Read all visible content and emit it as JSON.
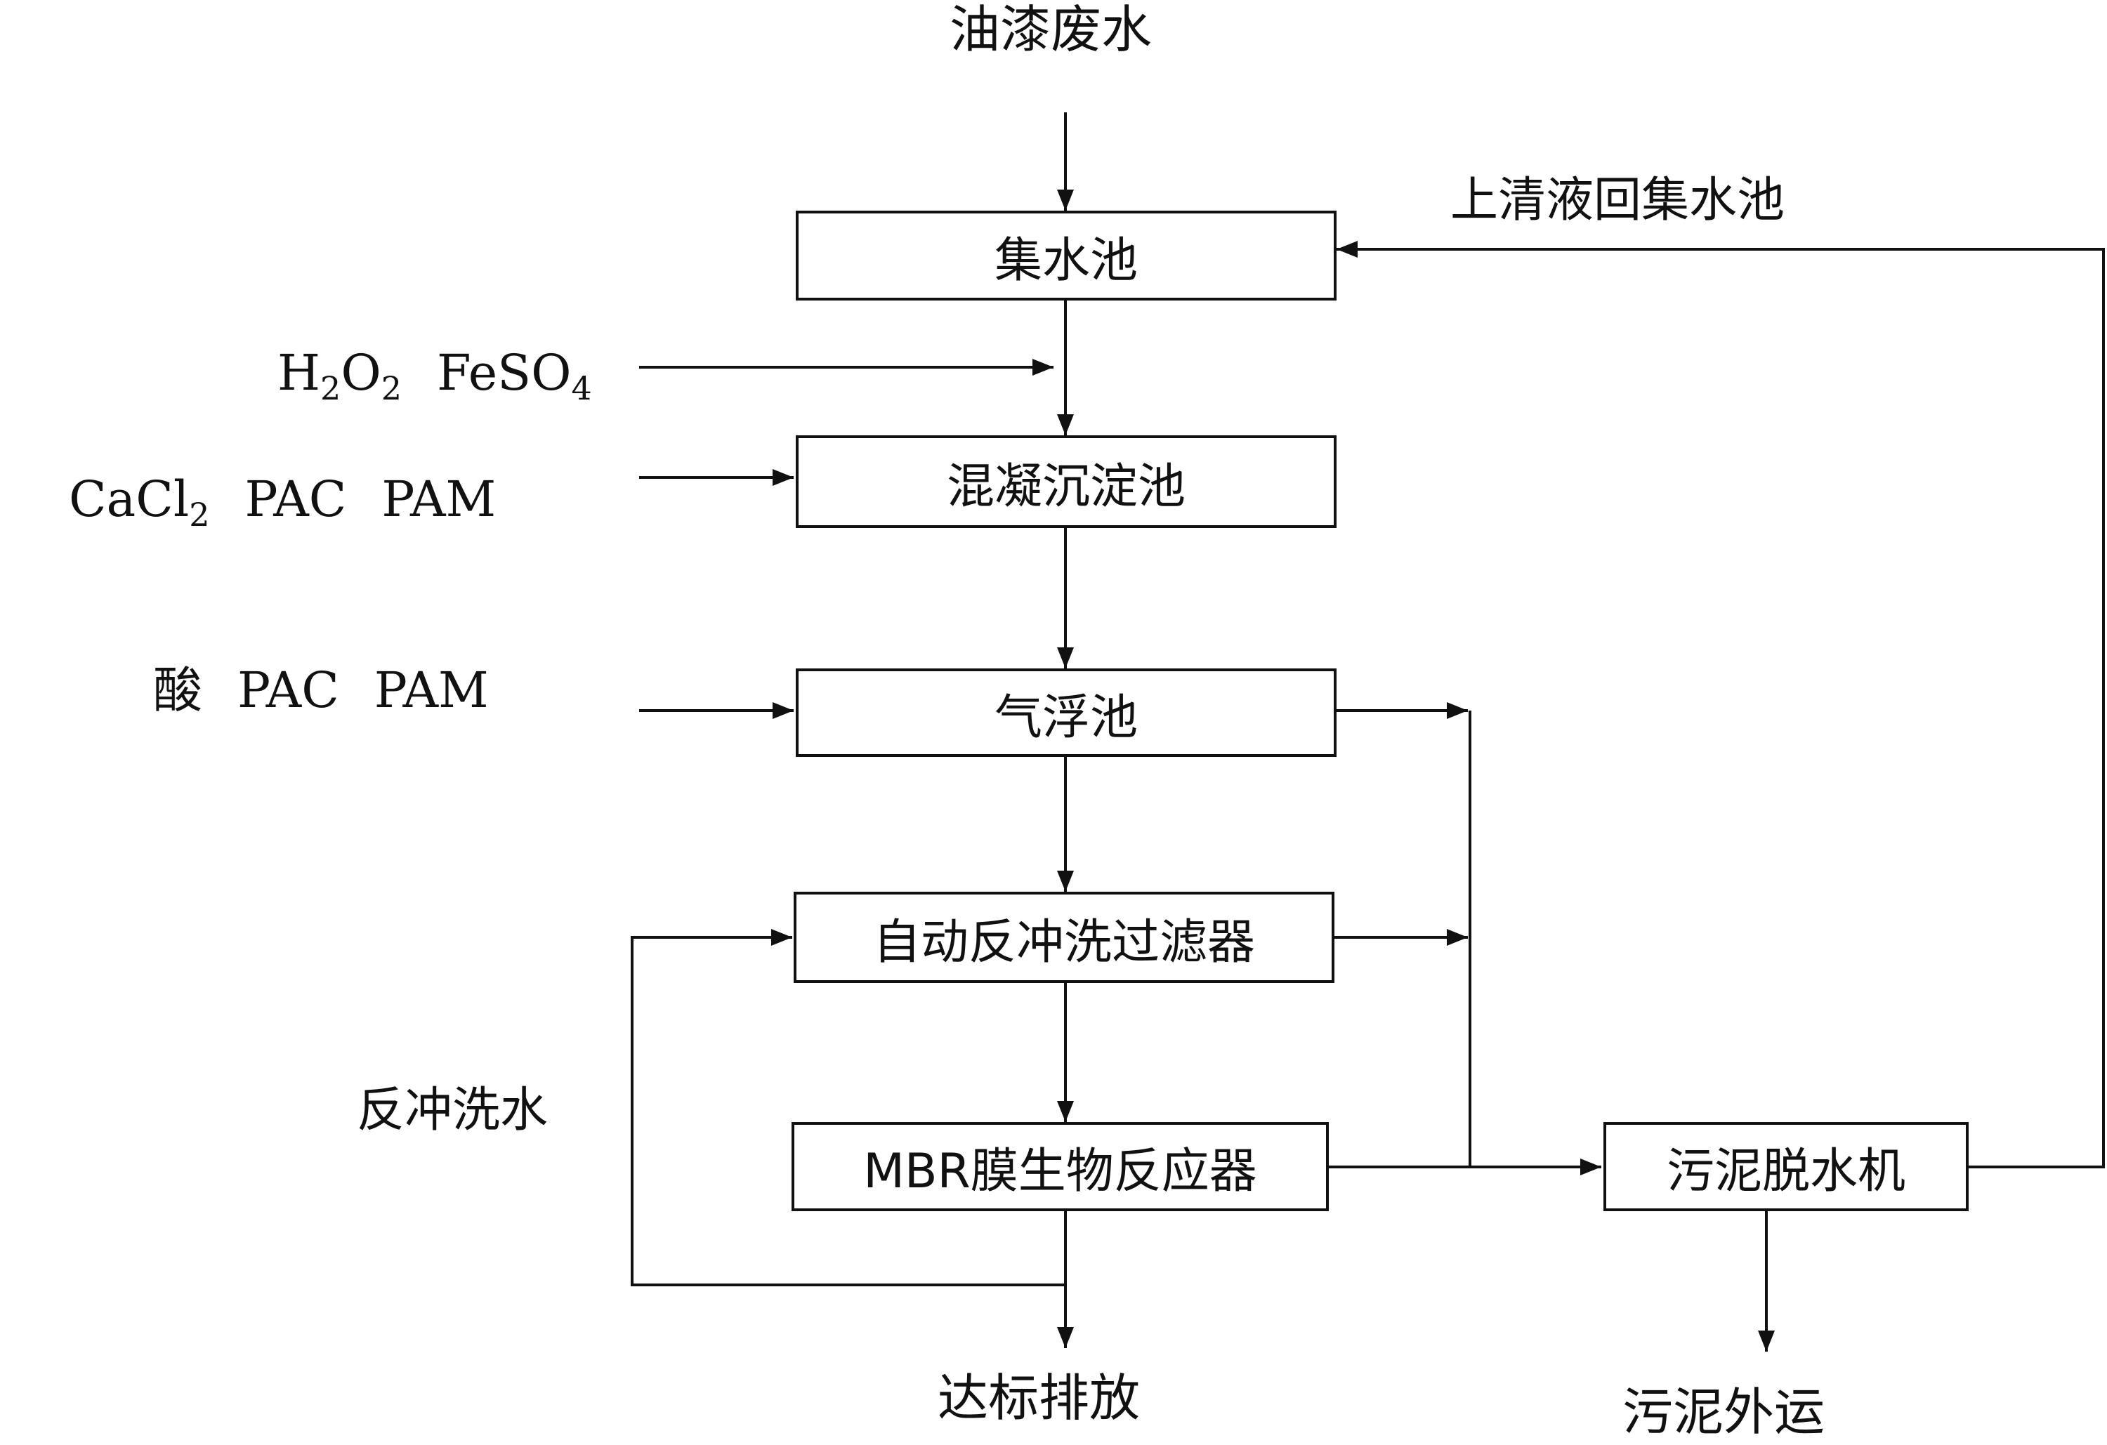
{
  "title": "油漆废水",
  "nodes": {
    "collection_tank": "集水池",
    "coagulation_tank": "混凝沉淀池",
    "flotation_tank": "气浮池",
    "backwash_filter": "自动反冲洗过滤器",
    "mbr_reactor": "MBR膜生物反应器",
    "sludge_dewatering": "污泥脱水机"
  },
  "reagents": {
    "fenton": {
      "h": "H",
      "h_sub": "2",
      "o": "O",
      "o_sub": "2",
      "fe": "FeSO",
      "fe_sub": "4"
    },
    "coagulation": {
      "ca": "CaCl",
      "ca_sub": "2",
      "pac": "PAC",
      "pam": "PAM"
    },
    "flotation": {
      "acid": "酸",
      "pac": "PAC",
      "pam": "PAM"
    }
  },
  "labels": {
    "supernatant_return": "上清液回集水池",
    "backwash_water": "反冲洗水",
    "discharge": "达标排放",
    "sludge_out": "污泥外运"
  },
  "colors": {
    "line": "#111111",
    "background": "#ffffff"
  }
}
